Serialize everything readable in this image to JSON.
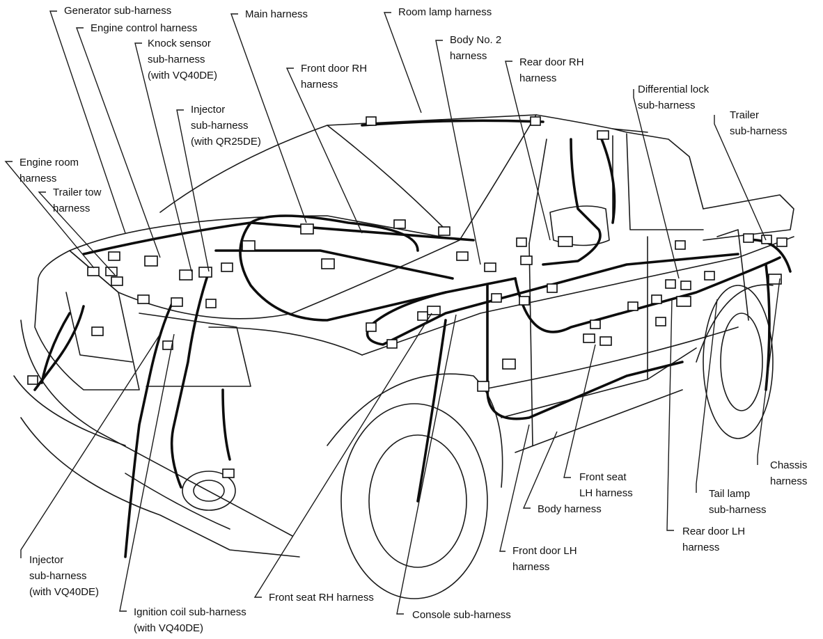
{
  "labels": {
    "generator_sub": [
      "Generator sub-harness"
    ],
    "engine_control": [
      "Engine control harness"
    ],
    "knock_sensor": [
      "Knock sensor",
      "sub-harness",
      "(with VQ40DE)"
    ],
    "main": [
      "Main harness"
    ],
    "room_lamp": [
      "Room lamp harness"
    ],
    "body_no2": [
      "Body No. 2",
      "harness"
    ],
    "rear_door_rh": [
      "Rear door RH",
      "harness"
    ],
    "front_door_rh": [
      "Front door RH",
      "harness"
    ],
    "injector_qr25": [
      "Injector",
      "sub-harness",
      "(with QR25DE)"
    ],
    "differential_lock": [
      "Differential lock",
      "sub-harness"
    ],
    "trailer": [
      "Trailer",
      "sub-harness"
    ],
    "engine_room": [
      "Engine room",
      "harness"
    ],
    "trailer_tow": [
      "Trailer tow",
      "harness"
    ],
    "chassis": [
      "Chassis",
      "harness"
    ],
    "front_seat_lh": [
      "Front seat",
      "LH harness"
    ],
    "tail_lamp": [
      "Tail lamp",
      "sub-harness"
    ],
    "body": [
      "Body harness"
    ],
    "rear_door_lh": [
      "Rear door LH",
      "harness"
    ],
    "front_door_lh": [
      "Front door LH",
      "harness"
    ],
    "injector_vq40": [
      "Injector",
      "sub-harness",
      "(with VQ40DE)"
    ],
    "front_seat_rh": [
      "Front seat RH harness"
    ],
    "console_sub": [
      "Console sub-harness"
    ],
    "ignition_coil": [
      "Ignition coil sub-harness",
      "(with VQ40DE)"
    ]
  },
  "colors": {
    "outline": "#1a1a1a",
    "harness": "#0d0d0d",
    "text": "#111111"
  }
}
